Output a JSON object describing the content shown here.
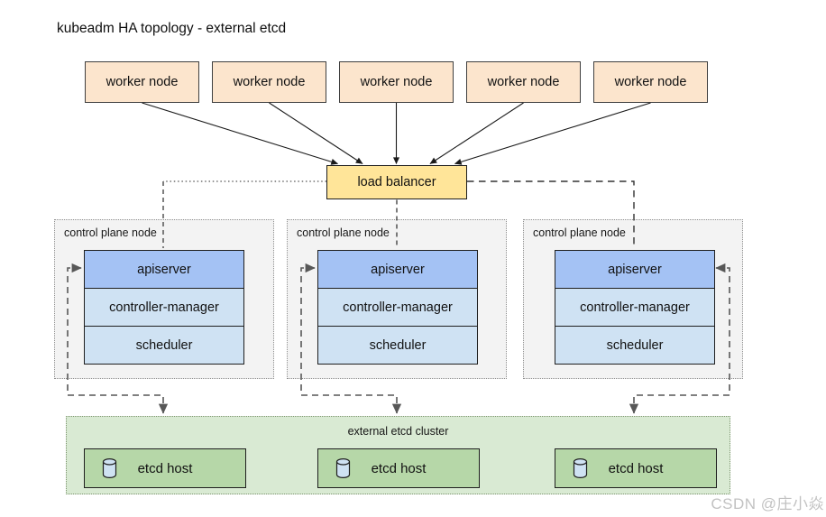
{
  "title": "kubeadm HA topology - external etcd",
  "worker_nodes": [
    {
      "label": "worker node"
    },
    {
      "label": "worker node"
    },
    {
      "label": "worker node"
    },
    {
      "label": "worker node"
    },
    {
      "label": "worker node"
    }
  ],
  "load_balancer": {
    "label": "load balancer"
  },
  "control_planes": [
    {
      "label": "control plane node",
      "components": [
        {
          "name": "apiserver"
        },
        {
          "name": "controller-manager"
        },
        {
          "name": "scheduler"
        }
      ]
    },
    {
      "label": "control plane node",
      "components": [
        {
          "name": "apiserver"
        },
        {
          "name": "controller-manager"
        },
        {
          "name": "scheduler"
        }
      ]
    },
    {
      "label": "control plane node",
      "components": [
        {
          "name": "apiserver"
        },
        {
          "name": "controller-manager"
        },
        {
          "name": "scheduler"
        }
      ]
    }
  ],
  "etcd_cluster": {
    "label": "external etcd cluster",
    "hosts": [
      {
        "label": "etcd host",
        "icon": "database-cylinder-icon"
      },
      {
        "label": "etcd host",
        "icon": "database-cylinder-icon"
      },
      {
        "label": "etcd host",
        "icon": "database-cylinder-icon"
      }
    ]
  },
  "watermark": "CSDN @庄小焱",
  "colors": {
    "worker_fill": "#fce5cd",
    "lb_fill": "#ffe599",
    "cp_fill": "#f3f3f3",
    "apiserver_fill": "#a4c2f4",
    "component_fill": "#cfe2f3",
    "etcd_cluster_fill": "#d9ead3",
    "etcd_host_fill": "#b6d7a8",
    "cylinder_fill": "#cfe2f3",
    "arrow_color": "#1a1a1a",
    "dashed_color": "#575757",
    "watermark_color": "#c2c2c2"
  }
}
